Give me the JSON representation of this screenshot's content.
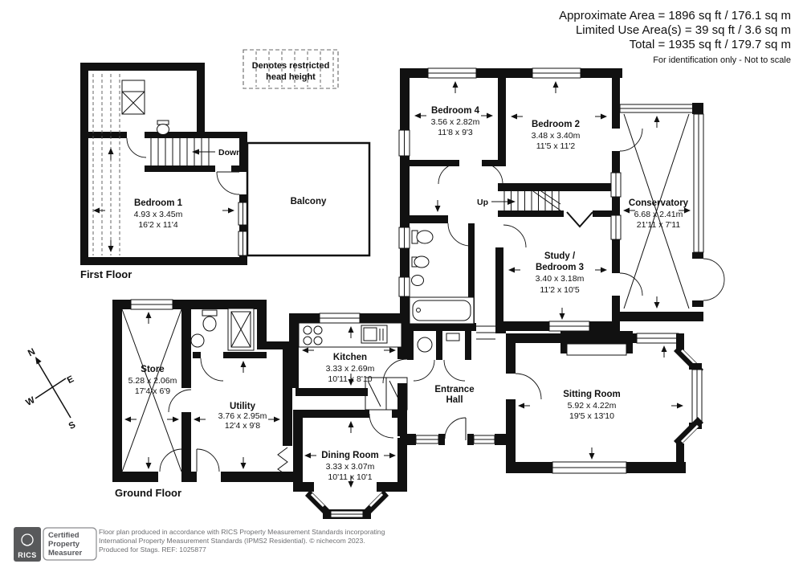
{
  "header": {
    "approximate_area": "Approximate Area = 1896 sq ft / 176.1 sq m",
    "limited_use_area": "Limited Use Area(s) = 39 sq ft / 3.6 sq m",
    "total_area": "Total = 1935 sq ft / 179.7 sq m",
    "note": "For identification only - Not to scale"
  },
  "legend": {
    "line1": "Denotes restricted",
    "line2": "head height"
  },
  "floor_labels": {
    "first": "First Floor",
    "ground": "Ground Floor"
  },
  "stairs": {
    "down": "Down",
    "up": "Up"
  },
  "compass": {
    "north": "N",
    "east": "E",
    "south": "S",
    "west": "W"
  },
  "rooms": {
    "bedroom1": {
      "name": "Bedroom 1",
      "metric": "4.93 x 3.45m",
      "imperial": "16'2 x 11'4"
    },
    "balcony": {
      "name": "Balcony"
    },
    "bedroom4": {
      "name": "Bedroom 4",
      "metric": "3.56 x 2.82m",
      "imperial": "11'8 x 9'3"
    },
    "bedroom2": {
      "name": "Bedroom 2",
      "metric": "3.48 x 3.40m",
      "imperial": "11'5 x 11'2"
    },
    "conservatory": {
      "name": "Conservatory",
      "metric": "6.68 x 2.41m",
      "imperial": "21'11 x 7'11"
    },
    "study_bedroom3": {
      "name_line1": "Study /",
      "name_line2": "Bedroom 3",
      "metric": "3.40 x 3.18m",
      "imperial": "11'2 x 10'5"
    },
    "kitchen": {
      "name": "Kitchen",
      "metric": "3.33 x 2.69m",
      "imperial": "10'11 x 8'10"
    },
    "entrance_hall": {
      "name_line1": "Entrance",
      "name_line2": "Hall"
    },
    "sitting_room": {
      "name": "Sitting Room",
      "metric": "5.92 x 4.22m",
      "imperial": "19'5 x 13'10"
    },
    "dining_room": {
      "name": "Dining Room",
      "metric": "3.33 x 3.07m",
      "imperial": "10'11 x 10'1"
    },
    "store": {
      "name": "Store",
      "metric": "5.28 x 2.06m",
      "imperial": "17'4 x 6'9"
    },
    "utility": {
      "name": "Utility",
      "metric": "3.76 x 2.95m",
      "imperial": "12'4 x 9'8"
    }
  },
  "footer": {
    "rics_logo": "RICS",
    "badge_line1": "Certified",
    "badge_line2": "Property",
    "badge_line3": "Measurer",
    "line1": "Floor plan produced in accordance with RICS Property Measurement Standards incorporating",
    "line2": "International Property Measurement Standards (IPMS2 Residential).   © nichecom 2023.",
    "line3": "Produced for Stags.   REF: 1025877"
  },
  "colors": {
    "ink": "#111111",
    "footer_grey": "#6d6e71",
    "logo_bg": "#58595b"
  }
}
